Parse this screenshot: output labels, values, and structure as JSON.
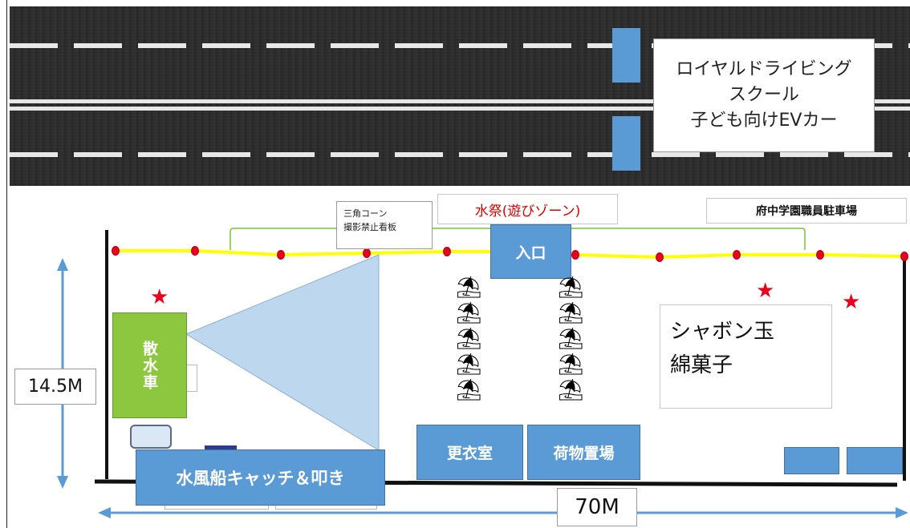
{
  "road_sign": {
    "line1": "ロイヤルドライビング",
    "line2": "スクール",
    "line3": "子ども向けEVカー"
  },
  "labels": {
    "cone_sign_line1": "三角コーン",
    "cone_sign_line2": "撮影禁止看板",
    "water_festival": "水祭(遊びゾーン)",
    "staff_parking": "府中学園職員駐車場",
    "entrance": "入口",
    "sprinkler_truck": "散水車",
    "bubbles_line1": "シャボン玉",
    "bubbles_line2": "綿菓子",
    "changing_room": "更衣室",
    "luggage_area": "荷物置場",
    "water_balloon": "水風船キャッチ＆叩き"
  },
  "dimensions": {
    "height": "14.5M",
    "width": "70M"
  },
  "colors": {
    "accent_blue": "#5b9bd5",
    "truck_green": "#8dc63f",
    "rope_yellow": "#ffff00",
    "marker_red": "#e8001c",
    "spray_fill": "#bdd7ee",
    "arrow_blue": "#5b9bd5",
    "road": "#2b2b2b"
  },
  "icons": [
    "star-icon",
    "parasol-chair-icon",
    "arrow-icon"
  ]
}
